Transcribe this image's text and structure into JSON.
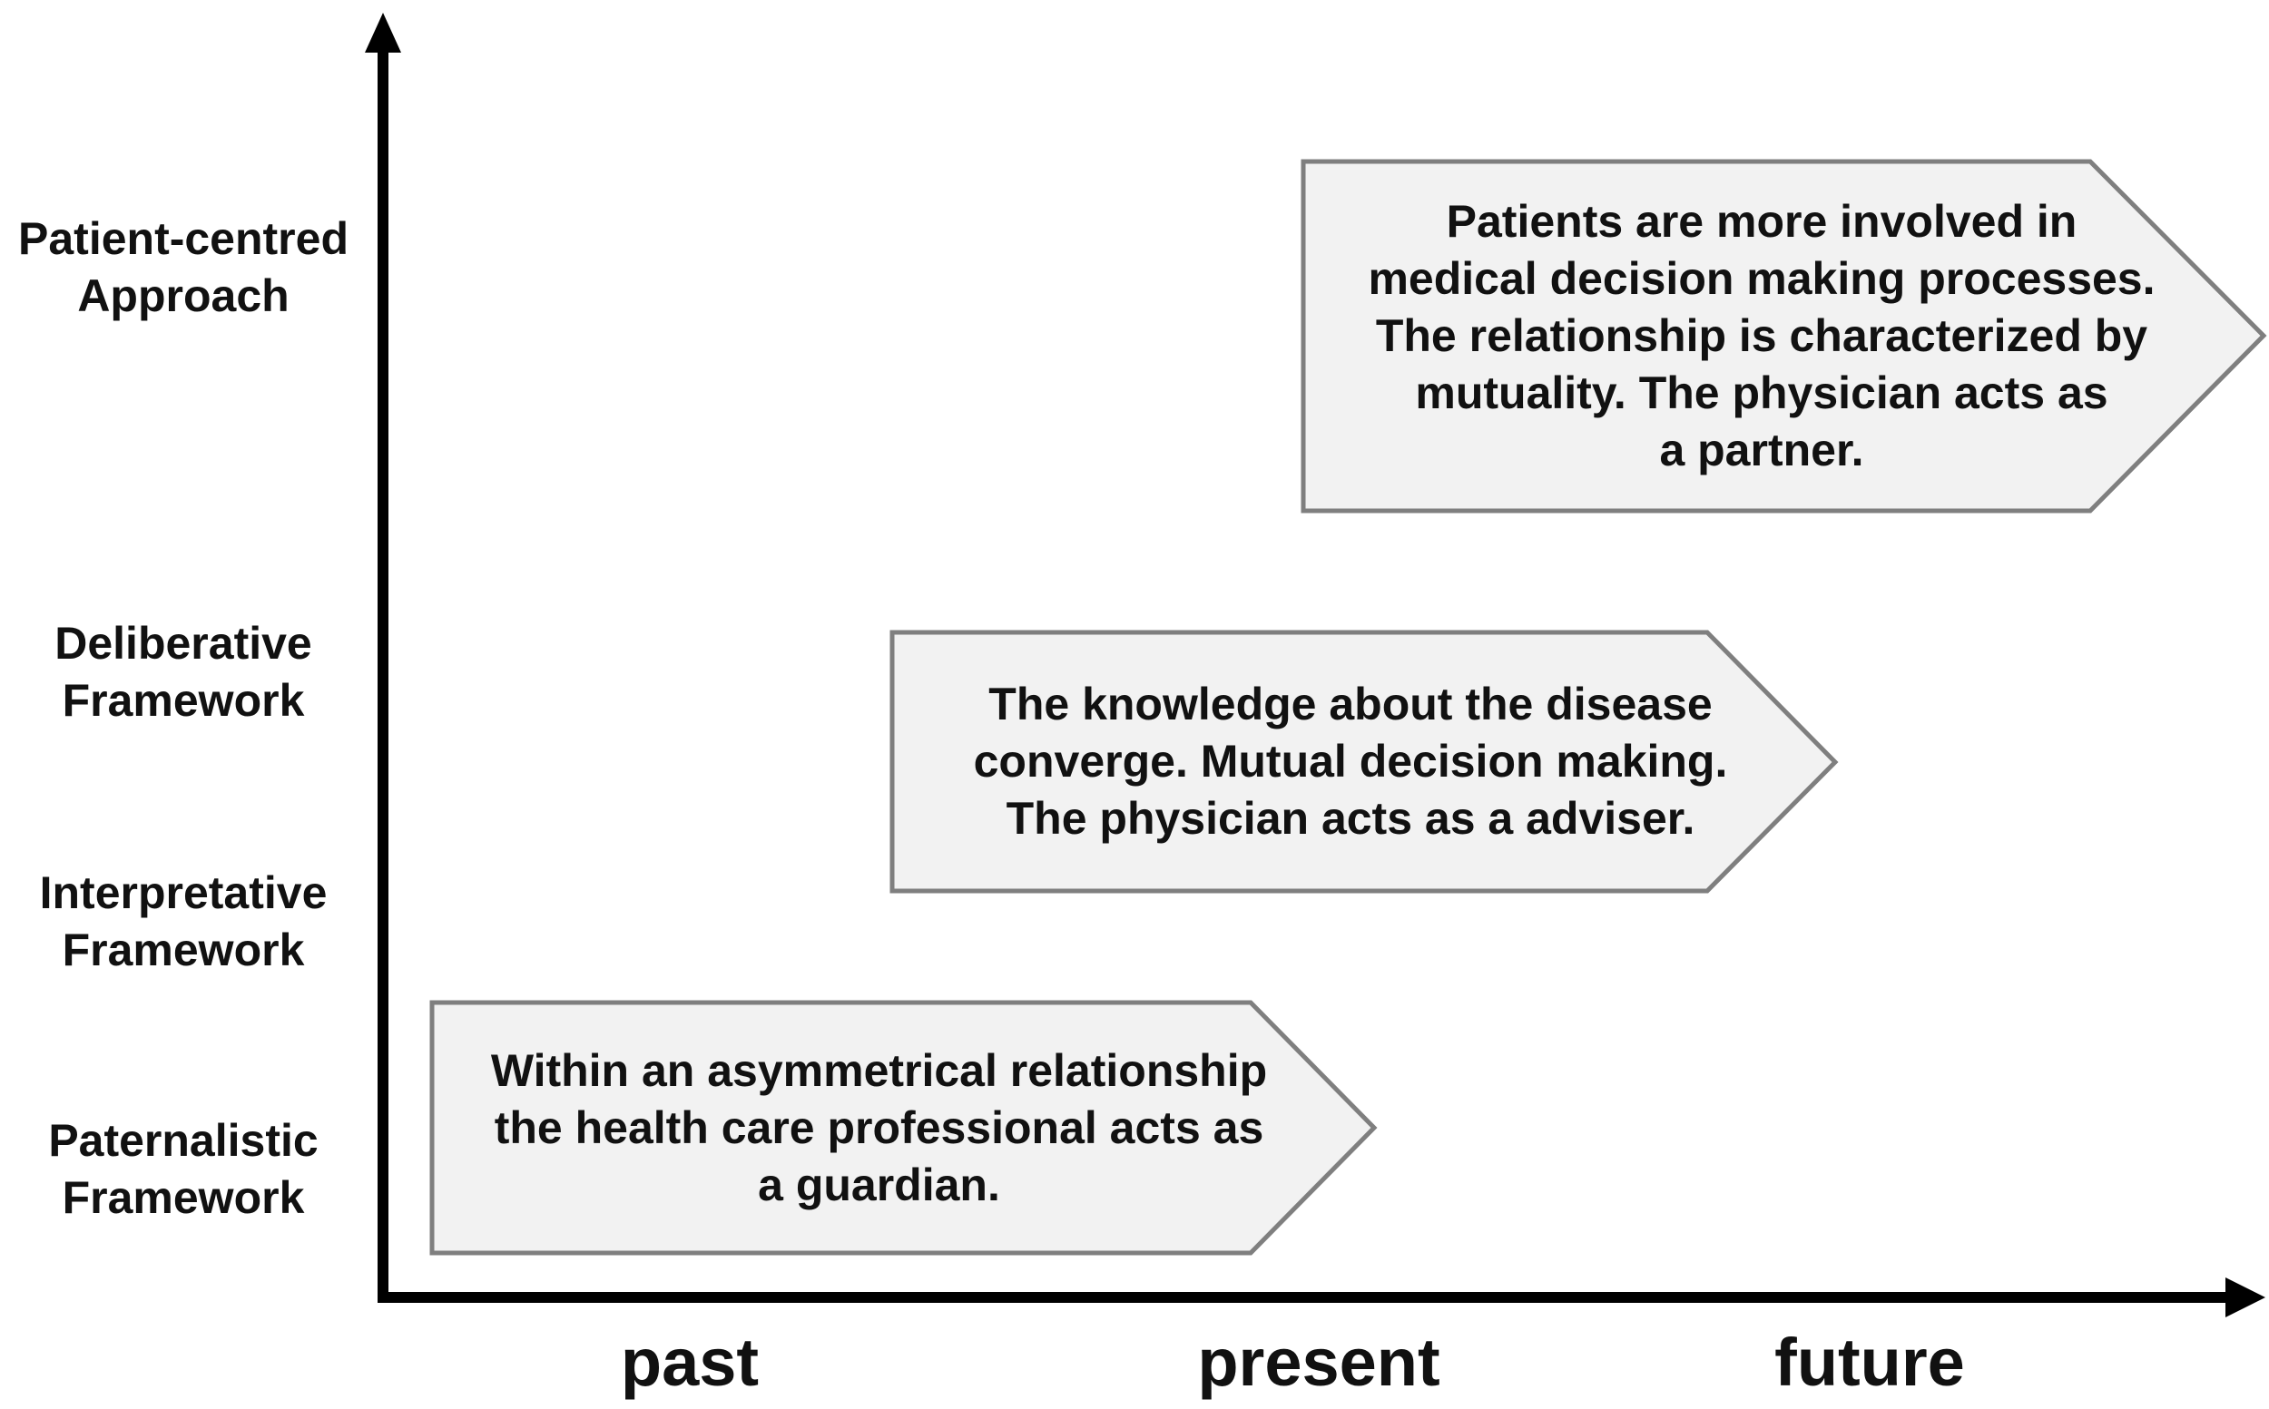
{
  "y_axis": {
    "levels": [
      {
        "label": "Patient-centred\nApproach"
      },
      {
        "label": "Deliberative\nFramework"
      },
      {
        "label": "Interpretative\nFramework"
      },
      {
        "label": "Paternalistic\nFramework"
      }
    ]
  },
  "x_axis": {
    "labels": [
      "past",
      "present",
      "future"
    ]
  },
  "arrows": [
    {
      "text": "Within an asymmetrical relationship\nthe health care professional acts as\na guardian."
    },
    {
      "text": "The knowledge about the disease\nconverge. Mutual decision making.\nThe physician acts as a adviser."
    },
    {
      "text": "Patients are more involved in\nmedical decision making processes.\nThe relationship is characterized by\nmutuality. The physician acts as\na partner."
    }
  ],
  "colors": {
    "axis": "#000000",
    "arrow_fill": "#f2f2f2",
    "arrow_stroke": "#7f7f7f",
    "text": "#111111"
  }
}
